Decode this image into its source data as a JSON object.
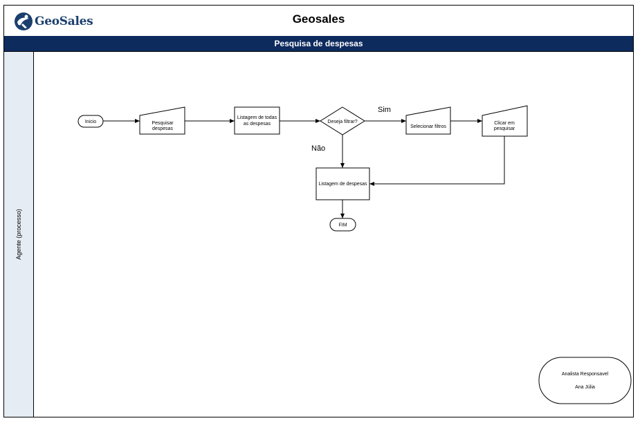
{
  "header": {
    "logo_text": "GeoSales",
    "title": "Geosales"
  },
  "banner": {
    "title": "Pesquisa de despesas"
  },
  "lane": {
    "label": "Agente (processo)"
  },
  "flow": {
    "inicio": "Inicio",
    "pesquisar_despesas": [
      "Pesquisar",
      "despesas"
    ],
    "listagem_todas": [
      "Listagem de todas",
      "as despesas"
    ],
    "deseja_filtrar": "Deseja filtrar?",
    "sim": "Sim",
    "nao": "Não",
    "selecionar_filtros": "Selecionar filtros",
    "clicar_pesquisar": [
      "Clicar em",
      "pesquisar"
    ],
    "listagem_despesas": "Listagem de despesas",
    "fim": "FIM"
  },
  "analyst": {
    "role": "Analista Responsavel",
    "name": "Ana Júlia"
  },
  "colors": {
    "banner": "#0e2b5e",
    "lane": "#e6ecf4",
    "logo": "#1b3f6e"
  }
}
